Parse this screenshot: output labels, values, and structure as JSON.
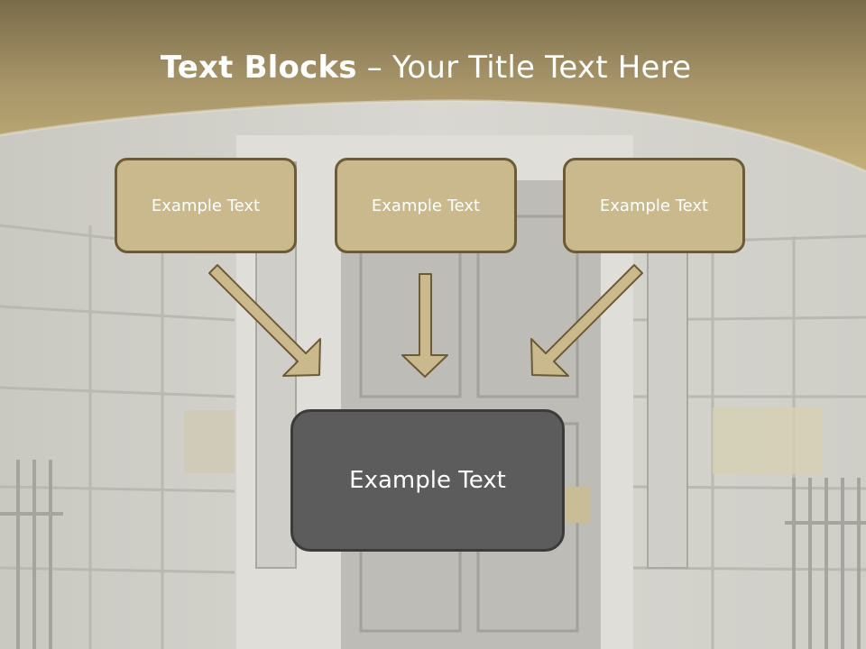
{
  "title": {
    "bold": "Text Blocks",
    "rest": " – Your Title Text Here"
  },
  "boxes": [
    {
      "label": "Example Text"
    },
    {
      "label": "Example Text"
    },
    {
      "label": "Example Text"
    }
  ],
  "center_box": {
    "label": "Example Text"
  },
  "colors": {
    "banner": "#b5a26f",
    "box_fill": "#c9b98c",
    "box_border": "#6b5c37",
    "center_fill": "#5c5c5c",
    "arrow_fill": "#c9b98c"
  }
}
